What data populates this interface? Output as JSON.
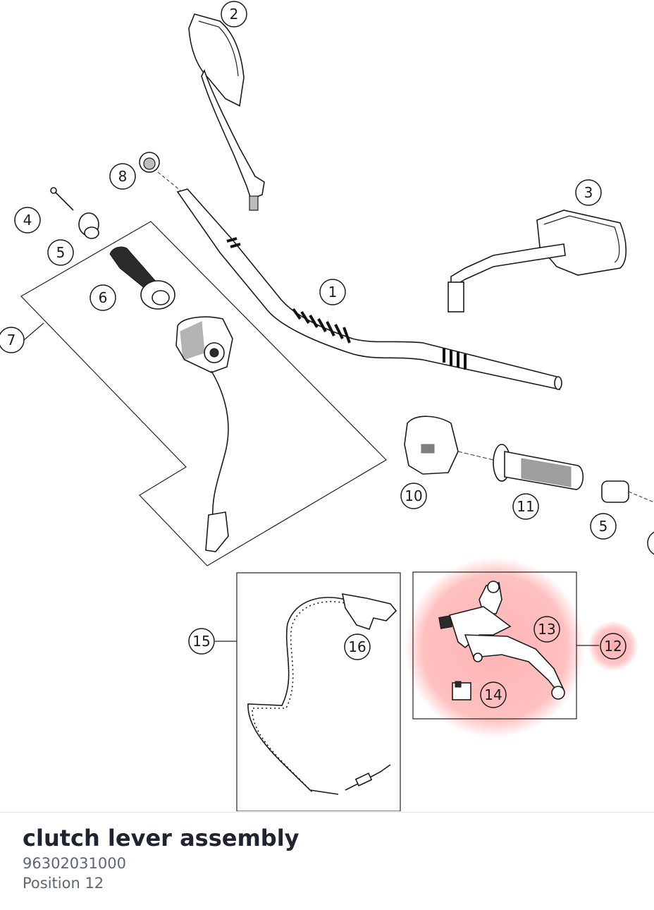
{
  "part": {
    "title": "clutch lever assembly",
    "number": "96302031000",
    "position": "Position 12"
  },
  "highlight": {
    "color": "#ff6b6b",
    "selected_position": "12"
  },
  "callouts": [
    "1",
    "2",
    "3",
    "4",
    "5",
    "6",
    "7",
    "8",
    "10",
    "11",
    "5",
    "15",
    "16",
    "13",
    "12",
    "14"
  ]
}
